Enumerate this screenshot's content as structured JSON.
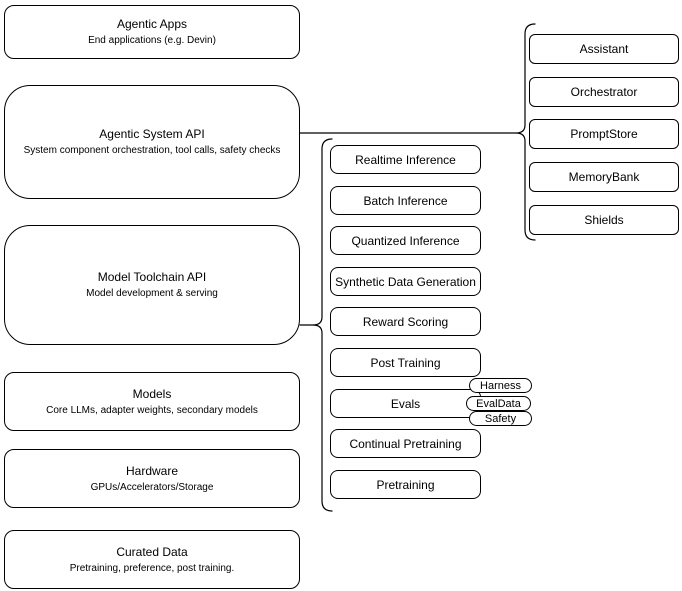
{
  "diagram": {
    "colors": {
      "stroke": "#000000",
      "fill": "#ffffff",
      "text": "#000000"
    },
    "left_column": {
      "boxes": [
        {
          "title": "Agentic Apps",
          "subtitle": "End applications (e.g. Devin)"
        },
        {
          "title": "Agentic System API",
          "subtitle": "System component orchestration, tool calls, safety checks"
        },
        {
          "title": "Model Toolchain API",
          "subtitle": "Model development & serving"
        },
        {
          "title": "Models",
          "subtitle": "Core LLMs, adapter weights, secondary models"
        },
        {
          "title": "Hardware",
          "subtitle": "GPUs/Accelerators/Storage"
        },
        {
          "title": "Curated Data",
          "subtitle": "Pretraining, preference, post training."
        }
      ]
    },
    "toolchain_column": {
      "boxes": [
        {
          "label": "Realtime Inference"
        },
        {
          "label": "Batch Inference"
        },
        {
          "label": "Quantized Inference"
        },
        {
          "label": "Synthetic Data Generation"
        },
        {
          "label": "Reward Scoring"
        },
        {
          "label": "Post Training"
        },
        {
          "label": "Evals"
        },
        {
          "label": "Continual Pretraining"
        },
        {
          "label": "Pretraining"
        }
      ],
      "eval_pills": [
        {
          "label": "Harness"
        },
        {
          "label": "EvalData"
        },
        {
          "label": "Safety"
        }
      ]
    },
    "system_column": {
      "boxes": [
        {
          "label": "Assistant"
        },
        {
          "label": "Orchestrator"
        },
        {
          "label": "PromptStore"
        },
        {
          "label": "MemoryBank"
        },
        {
          "label": "Shields"
        }
      ]
    }
  }
}
